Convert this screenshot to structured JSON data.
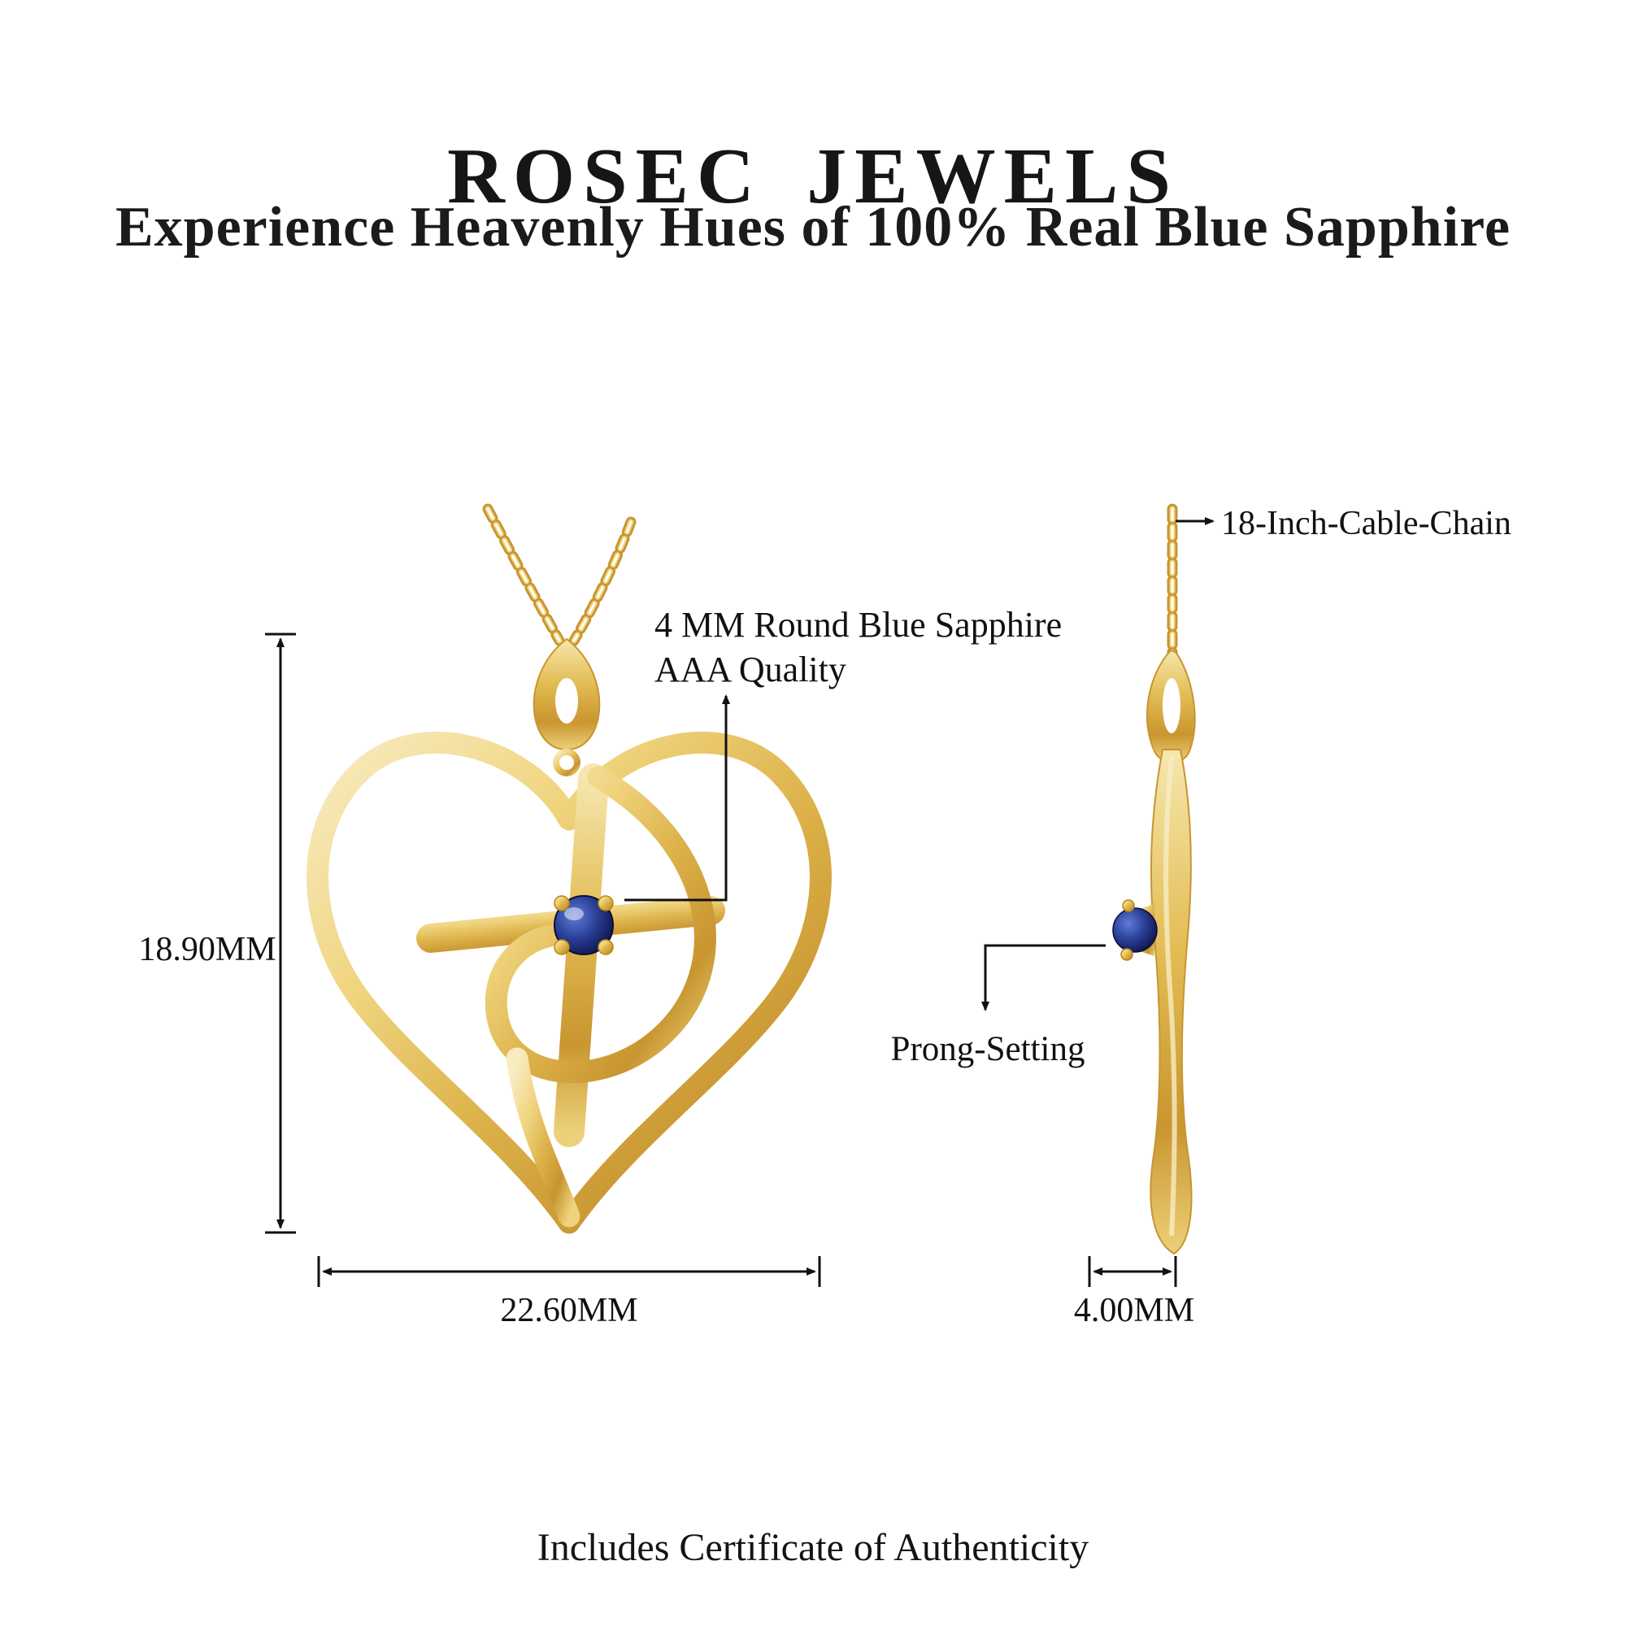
{
  "colors": {
    "gold": "#D9AE45",
    "gold_dark": "#C89530",
    "gold_light": "#F8ECC3",
    "sapphire": "#1E2F7A",
    "ink": "#1c1c1c"
  },
  "header": {
    "brand": "ROSEC JEWELS",
    "tagline": "Experience Heavenly Hues of 100% Real Blue Sapphire"
  },
  "annotations": {
    "gemstone_line1": "4 MM Round Blue Sapphire",
    "gemstone_line2": "AAA Quality",
    "chain": "18-Inch-Cable-Chain",
    "prong": "Prong-Setting"
  },
  "dimensions": {
    "pendant_height": "18.90MM",
    "pendant_width": "22.60MM",
    "pendant_depth": "4.00MM"
  },
  "footer": {
    "note": "Includes Certificate of Authenticity"
  }
}
